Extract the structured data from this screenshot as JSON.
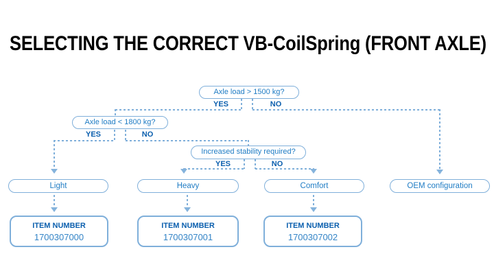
{
  "title": "SELECTING THE CORRECT VB-CoilSpring (FRONT AXLE)",
  "colors": {
    "title": "#000000",
    "box_border": "#7fafda",
    "question_text": "#1f7cc4",
    "bold_label": "#0b5fae",
    "item_number_text": "#3585c7",
    "connector": "#7fafda"
  },
  "flowchart": {
    "decisions": [
      {
        "question": "Axle load > 1500 kg?",
        "yes_label": "YES",
        "no_label": "NO"
      },
      {
        "question": "Axle load < 1800 kg?",
        "yes_label": "YES",
        "no_label": "NO"
      },
      {
        "question": "Increased stability required?",
        "yes_label": "YES",
        "no_label": "NO"
      }
    ],
    "outcomes": [
      {
        "label": "Light",
        "item_number_label": "ITEM NUMBER",
        "item_number": "1700307000"
      },
      {
        "label": "Heavy",
        "item_number_label": "ITEM NUMBER",
        "item_number": "1700307001"
      },
      {
        "label": "Comfort",
        "item_number_label": "ITEM NUMBER",
        "item_number": "1700307002"
      },
      {
        "label": "OEM configuration"
      }
    ]
  }
}
